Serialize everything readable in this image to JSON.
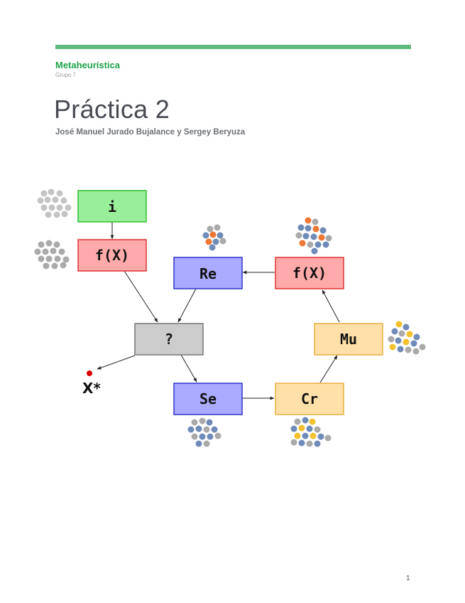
{
  "header": {
    "course": "Metaheurística",
    "group": "Grupo 7",
    "title": "Práctica 2",
    "authors": "José Manuel Jurado Bujalance y Sergey Beryuza"
  },
  "diagram": {
    "boxes": {
      "init": "i",
      "eval_initial": "f(X)",
      "decision": "?",
      "replace": "Re",
      "eval_offspring": "f(X)",
      "select": "Se",
      "crossover": "Cr",
      "mutation": "Mu"
    },
    "result_label": "X*",
    "colors": {
      "init": "#99ee99",
      "eval": "#ffaaaa",
      "decision": "#cccccc",
      "replace": "#aaaaff",
      "select": "#aaaaff",
      "variation": "#ffe0a8",
      "dot_grey": "#aaaaaa",
      "dot_blue": "#6f8bb8",
      "dot_orange": "#ee7733",
      "dot_yellow": "#f3c22e",
      "result_dot": "#dd0000"
    }
  },
  "footer": {
    "page_number": "1"
  }
}
